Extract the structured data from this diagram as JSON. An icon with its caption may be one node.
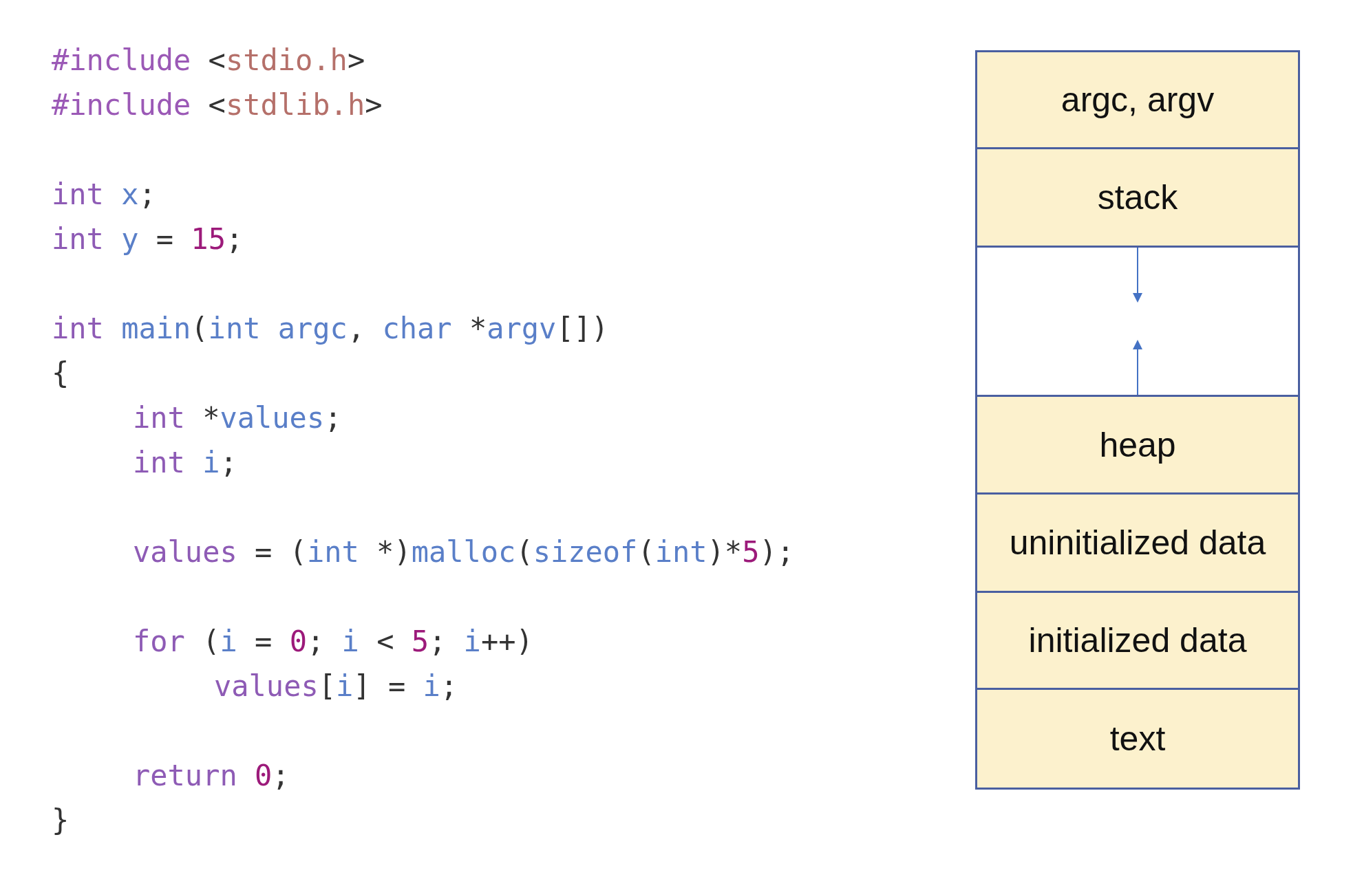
{
  "diagram": {
    "nodes": [
      {
        "text": [
          "argc, argv"
        ]
      },
      {
        "text": [
          "stack"
        ]
      },
      {
        "text": [],
        "shape": "box"
      },
      {
        "text": [
          "heap"
        ]
      },
      {
        "text": [
          "uninitialized data"
        ]
      },
      {
        "text": [
          "initialized data"
        ]
      },
      {
        "text": [
          "text"
        ]
      }
    ],
    "edges": [],
    "labels": [
      "#include <stdio.h>",
      "#include <stdlib.h>",
      "int x;",
      "int y = 15;",
      "int main(int argc, char *argv[])",
      "{",
      "int *values;",
      "int i;",
      "values = (int *)malloc(sizeof(int)*5);",
      "for (i = 0; i < 5; i++)",
      "values[i] = i;",
      "return 0;",
      "}"
    ]
  }
}
